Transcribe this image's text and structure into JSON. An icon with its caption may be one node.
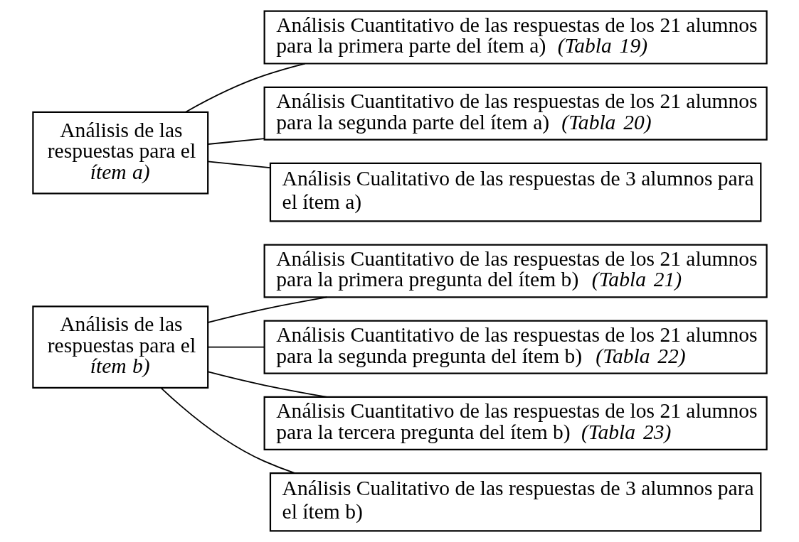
{
  "diagram": {
    "nodes": [
      {
        "text": [
          "Análisis de las respuestas para el *ítem a)*"
        ]
      },
      {
        "text": [
          "Análisis Cuantitativo de las respuestas de los 21 alumnos para la primera parte del ítem a) *(Tabla 19)*"
        ]
      },
      {
        "text": [
          "Análisis Cuantitativo de las respuestas de los 21 alumnos para la segunda parte del ítem a) *(Tabla 20)*"
        ]
      },
      {
        "text": [
          "Análisis Cualitativo de las respuestas de 3 alumnos para el ítem a)"
        ]
      },
      {
        "text": [
          "Análisis de las respuestas para el *ítem b)*"
        ]
      },
      {
        "text": [
          "Análisis Cuantitativo de las respuestas de los 21 alumnos para la primera pregunta del ítem b) *(Tabla 21)*"
        ]
      },
      {
        "text": [
          "Análisis Cuantitativo de las respuestas de los 21 alumnos para la segunda pregunta del ítem b) *(Tabla 22)*"
        ]
      },
      {
        "text": [
          "Análisis Cuantitativo de las respuestas de los 21 alumnos para la tercera pregunta del ítem b) *(Tabla 23)*"
        ]
      },
      {
        "text": [
          "Análisis Cualitativo de las respuestas de 3 alumnos para el ítem b)"
        ]
      }
    ],
    "edges": [
      {
        "from": 0,
        "to": 1,
        "arrow": "none"
      },
      {
        "from": 0,
        "to": 2,
        "arrow": "none"
      },
      {
        "from": 0,
        "to": 3,
        "arrow": "none"
      },
      {
        "from": 4,
        "to": 5,
        "arrow": "none"
      },
      {
        "from": 4,
        "to": 6,
        "arrow": "none"
      },
      {
        "from": 4,
        "to": 7,
        "arrow": "none"
      },
      {
        "from": 4,
        "to": 8,
        "arrow": "none"
      }
    ]
  }
}
